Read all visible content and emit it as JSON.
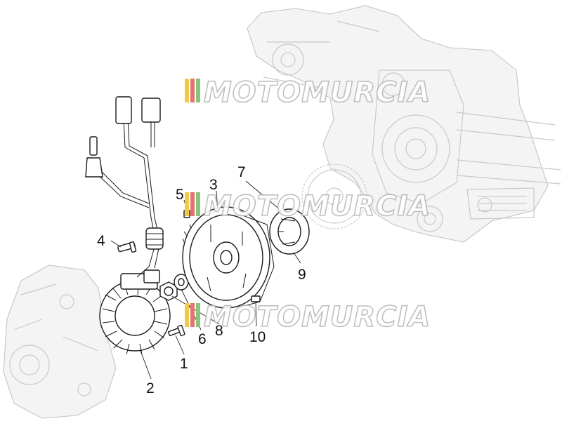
{
  "watermark": {
    "text": "MOTOMURCIA"
  },
  "callouts": [
    {
      "id": "1",
      "label": "1"
    },
    {
      "id": "2",
      "label": "2"
    },
    {
      "id": "3",
      "label": "3"
    },
    {
      "id": "4",
      "label": "4"
    },
    {
      "id": "5",
      "label": "5"
    },
    {
      "id": "6",
      "label": "6"
    },
    {
      "id": "7",
      "label": "7"
    },
    {
      "id": "8",
      "label": "8"
    },
    {
      "id": "9",
      "label": "9"
    },
    {
      "id": "10",
      "label": "10"
    }
  ],
  "colors": {
    "watermark_stripe_1": "#f2c94c",
    "watermark_stripe_2": "#e57373",
    "watermark_stripe_3": "#8ac37a",
    "engine_line": "#c9c9c9",
    "part_line": "#1a1a1a"
  }
}
